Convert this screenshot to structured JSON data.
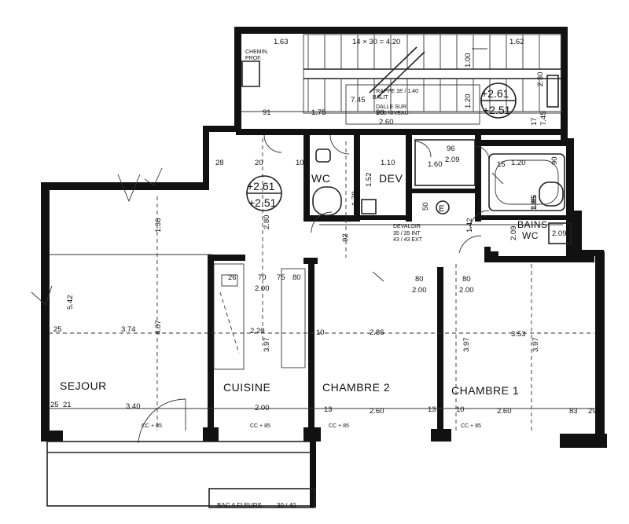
{
  "rooms": {
    "sejour": "SEJOUR",
    "cuisine": "CUISINE",
    "chambre2": "CHAMBRE 2",
    "chambre1": "CHAMBRE 1",
    "wc": "WC",
    "dev": "DEV",
    "bains": "BAINS",
    "bains_wc": "WC",
    "e_symbol": "E"
  },
  "levels": {
    "landing_top": "+2.61",
    "landing_bottom": "+2.51",
    "hall_top": "+2.61",
    "hall_bottom": "+2.51"
  },
  "notes": {
    "stair": "14 × 30 = 4.20",
    "trappe_1": "TRAPPE 1E / 1.40",
    "trappe_2": "BALIT",
    "dalle_1": "DALLE SUR",
    "dalle_2": "1.00 NIVEAU",
    "cheminee_1": "CHEMIN.",
    "cheminee_2": "PROF.",
    "devaloir_1": "DEVALOIR",
    "devaloir_2": "35 / 35 INT",
    "devaloir_3": "43 / 43 EXT",
    "bac": "BAC A FLEURS",
    "bac_dim": "30 / 40"
  },
  "dims": {
    "d_163": "1.63",
    "d_162": "1.62",
    "d_745": "7.45",
    "d_90a": "90",
    "d_175": "1.75",
    "d_260a": "2.60",
    "d_120": "1.20",
    "d_28": "28",
    "d_20": "20",
    "d_10a": "10",
    "d_96": "96",
    "d_209a": "2.09",
    "d_160": "1.60",
    "d_110": "1.10",
    "d_120b": "1.20",
    "d_152": "1.52",
    "d_178": "1.78",
    "d_280": "2.80",
    "d_92": "92",
    "d_50": "50",
    "d_142": "1.42",
    "d_209b": "2.09",
    "d_209c": "2.09",
    "d_185": "1.85",
    "d_136": "1.36",
    "d_542": "5.42",
    "d_25a": "25",
    "d_374": "3.74",
    "d_407": "4.07",
    "d_26": "26",
    "d_70": "70",
    "d_75": "75",
    "d_80a": "80",
    "d_200a": "2.00",
    "d_80b": "80",
    "d_200b": "2.00",
    "d_80c": "80",
    "d_200c": "2.00",
    "d_220": "2.20",
    "d_397a": "3.97",
    "d_286": "2.86",
    "d_10b": "10",
    "d_353": "3.53",
    "d_397b": "3.97",
    "d_397c": "3.97",
    "d_25b": "25",
    "d_21": "21",
    "d_340": "3.40",
    "d_200d": "2.00",
    "d_260b": "2.60",
    "d_260c": "2.60",
    "d_83": "83",
    "d_29": "29",
    "d_13a": "13",
    "d_13b": "13",
    "d_10c": "10",
    "d_17": "17",
    "d_745b": "7.45",
    "d_230": "2.30",
    "d_100": "1.00",
    "d_185b": "1.85",
    "d_15": "15",
    "d_90b": "90",
    "d_91": "91"
  },
  "outlets": {
    "o1": "CC + 85",
    "o2": "CC + 85",
    "o3": "CC + 85",
    "o4": "CC + 85"
  }
}
